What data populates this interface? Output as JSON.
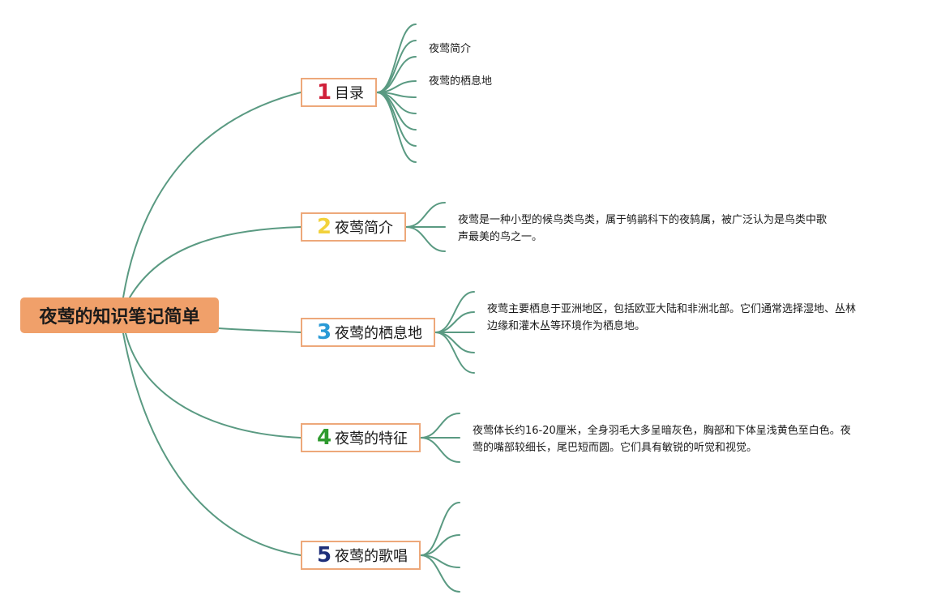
{
  "root": {
    "label": "夜莺的知识笔记简单"
  },
  "branches": [
    {
      "num": "1",
      "label": "目录",
      "num_color": "#d0203a",
      "leaves": [
        "夜莺简介",
        "夜莺的栖息地"
      ]
    },
    {
      "num": "2",
      "label": "夜莺简介",
      "num_color": "#f2d23c",
      "text_lines": [
        "夜莺是一种小型的候鸟类鸟类，属于鸲鹟科下的夜鸫属，被广泛认为是鸟类中歌",
        "声最美的鸟之一。"
      ]
    },
    {
      "num": "3",
      "label": "夜莺的栖息地",
      "num_color": "#2a9ad6",
      "text_lines": [
        "夜莺主要栖息于亚洲地区，包括欧亚大陆和非洲北部。它们通常选择湿地、丛林",
        "边缘和灌木丛等环境作为栖息地。"
      ]
    },
    {
      "num": "4",
      "label": "夜莺的特征",
      "num_color": "#2e9a2e",
      "text_lines": [
        "夜莺体长约16-20厘米，全身羽毛大多呈暗灰色，胸部和下体呈浅黄色至白色。夜",
        "莺的嘴部较细长，尾巴短而圆。它们具有敏锐的听觉和视觉。"
      ]
    },
    {
      "num": "5",
      "label": "夜莺的歌唱",
      "num_color": "#1e2f7a"
    }
  ],
  "colors": {
    "line": "#5a9a82",
    "root_fill": "#f0a06a",
    "branch_border": "#eda87a"
  }
}
